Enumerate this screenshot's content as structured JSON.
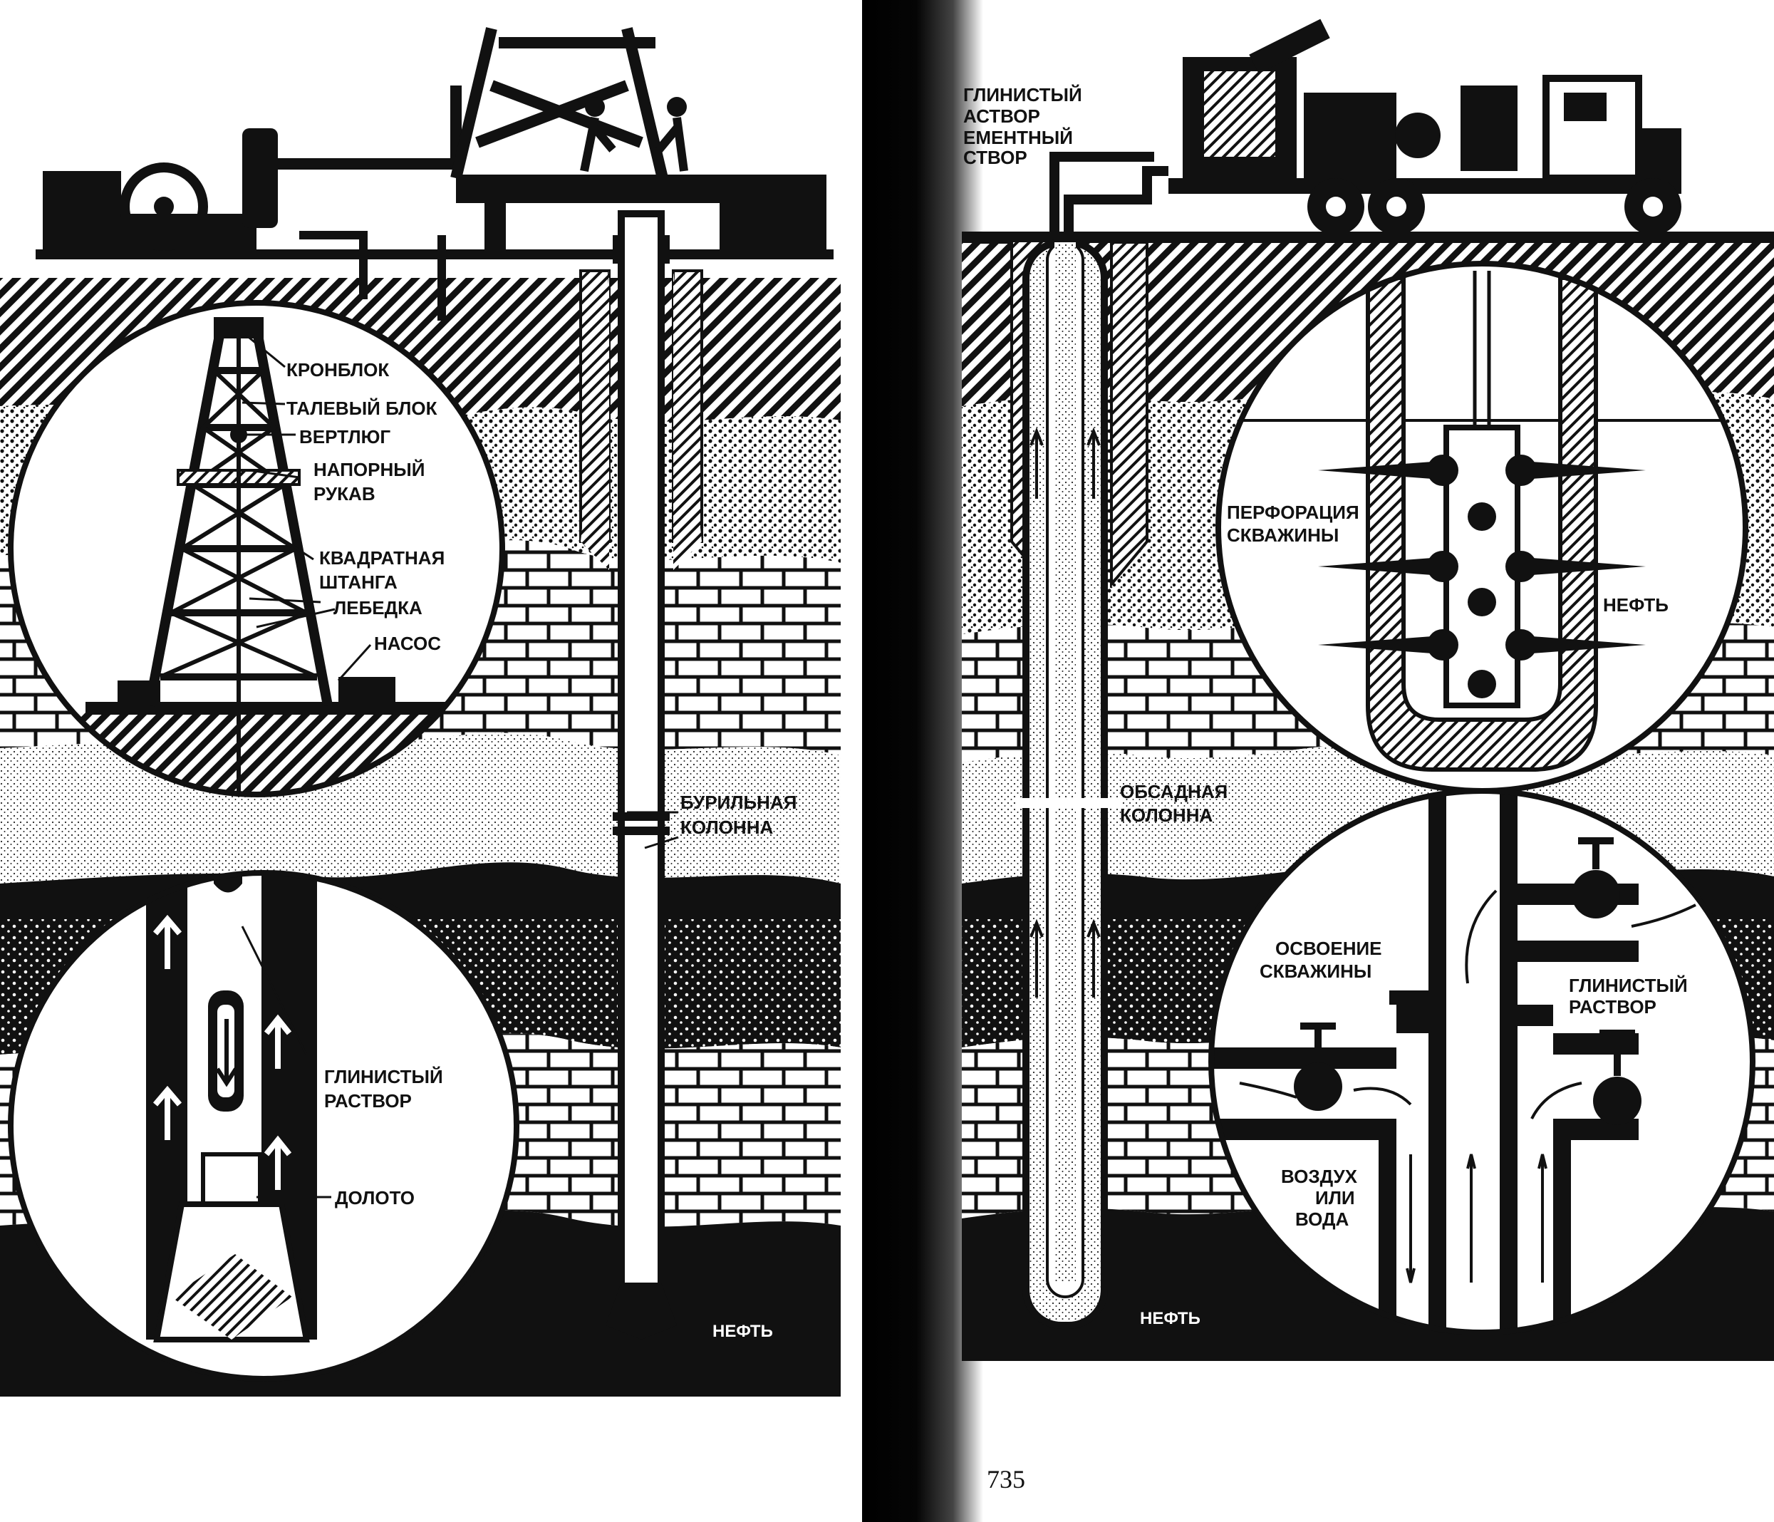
{
  "left_page": {
    "rig_labels": {
      "crown_block": "КРОНБЛОК",
      "traveling_block": "ТАЛЕВЫЙ БЛОК",
      "swivel": "ВЕРТЛЮГ",
      "pressure_hose_1": "НАПОРНЫЙ",
      "pressure_hose_2": "РУКАВ",
      "kelly_1": "КВАДРАТНАЯ",
      "kelly_2": "ШТАНГА",
      "winch": "ЛЕБЕДКА",
      "pump": "НАСОС"
    },
    "drill_string_1": "БУРИЛЬНАЯ",
    "drill_string_2": "КОЛОННА",
    "mud_1": "ГЛИНИСТЫЙ",
    "mud_2": "РАСТВОР",
    "bit": "ДОЛОТО",
    "oil": "НЕФТЬ"
  },
  "right_page": {
    "truck_label_1": "ГЛИНИСТЫЙ",
    "truck_label_2": "АСТВОР",
    "truck_label_3": "ЕМЕНТНЫЙ",
    "truck_label_4": "СТВОР",
    "perforation_1": "ПЕРФОРАЦИЯ",
    "perforation_2": "СКВАЖИНЫ",
    "oil_circle": "НЕФТЬ",
    "casing_1": "ОБСАДНАЯ",
    "casing_2": "КОЛОННА",
    "completion_1": "ОСВОЕНИЕ",
    "completion_2": "СКВАЖИНЫ",
    "mud_1": "ГЛИНИСТЫЙ",
    "mud_2": "РАСТВОР",
    "air_1": "ВОЗДУХ",
    "air_2": "ИЛИ",
    "air_3": "ВОДА",
    "oil": "НЕФТЬ"
  },
  "page_number": "735"
}
